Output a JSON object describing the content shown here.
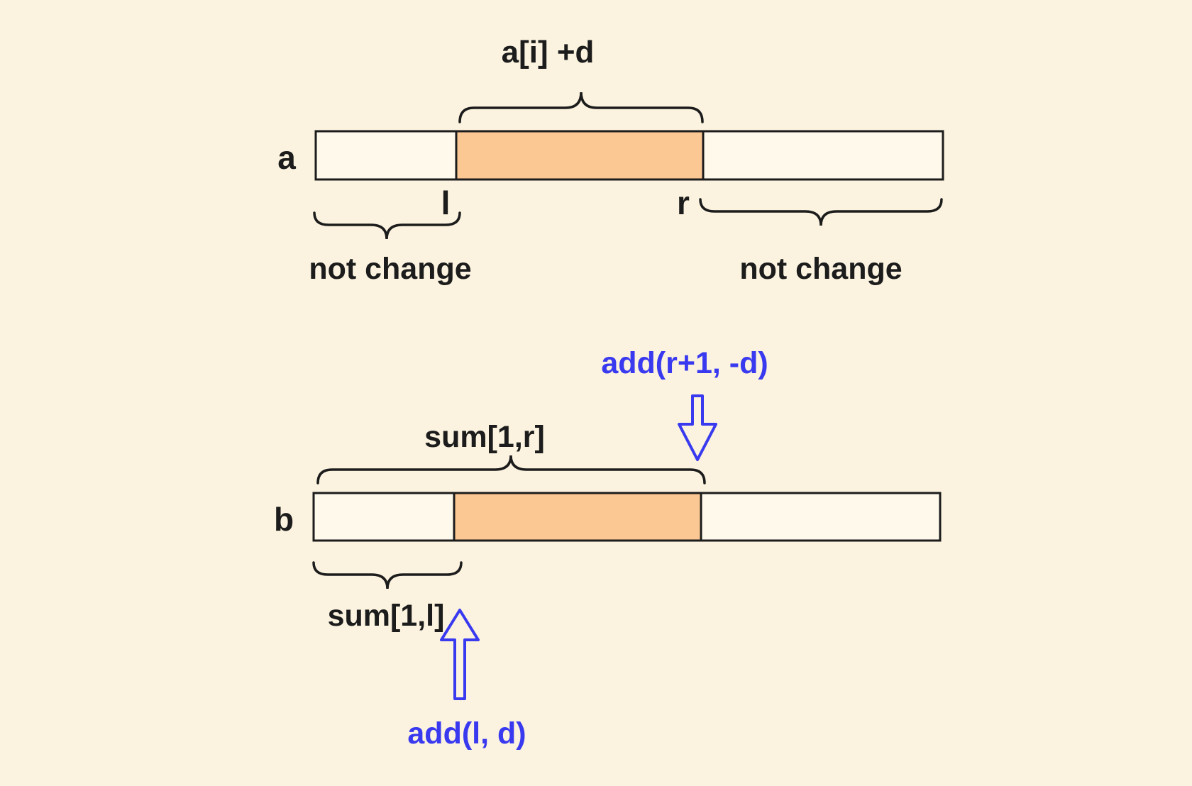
{
  "colors": {
    "background": "#FBF3DF",
    "bar_fill": "#FEF9EB",
    "highlight_orange": "#FBC893",
    "outline_black": "#1C1C1C",
    "accent_blue": "#3939F0"
  },
  "diagram_a": {
    "array_label": "a",
    "range_update_label": "a[i] +d",
    "left_index_label": "l",
    "right_index_label": "r",
    "left_note": "not change",
    "right_note": "not change"
  },
  "diagram_b": {
    "array_label": "b",
    "prefix_sum_r_label": "sum[1,r]",
    "prefix_sum_l_label": "sum[1,l]",
    "add_right_label": "add(r+1, -d)",
    "add_left_label": "add(l, d)"
  }
}
